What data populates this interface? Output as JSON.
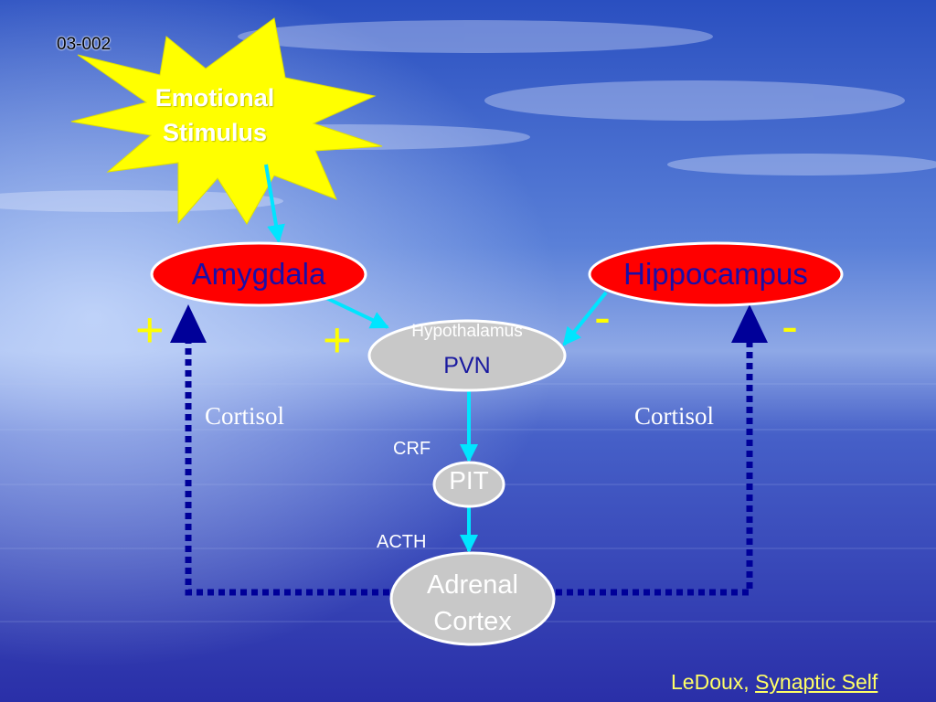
{
  "slide_ref": "03-002",
  "stimulus": {
    "line1": "Emotional",
    "line2": "Stimulus"
  },
  "nodes": {
    "amygdala": "Amygdala",
    "hippocampus": "Hippocampus",
    "hypothalamus": "Hypothalamus",
    "pvn": "PVN",
    "pit": "PIT",
    "adrenal_line1": "Adrenal",
    "adrenal_line2": "Cortex"
  },
  "labels": {
    "crf": "CRF",
    "acth": "ACTH",
    "cortisol_left": "Cortisol",
    "cortisol_right": "Cortisol",
    "plus_left": "+",
    "plus_center": "+",
    "minus_center": "-",
    "minus_right": "-"
  },
  "citation": {
    "author": "LeDoux, ",
    "title": "Synaptic Self"
  },
  "colors": {
    "background": "#2d37b0",
    "starburst": "#ffff00",
    "red_node": "#ff0000",
    "gray_node": "#c8c8c8",
    "arrow": "#00e5ff",
    "feedback": "#000099",
    "sign": "#ffff00"
  }
}
